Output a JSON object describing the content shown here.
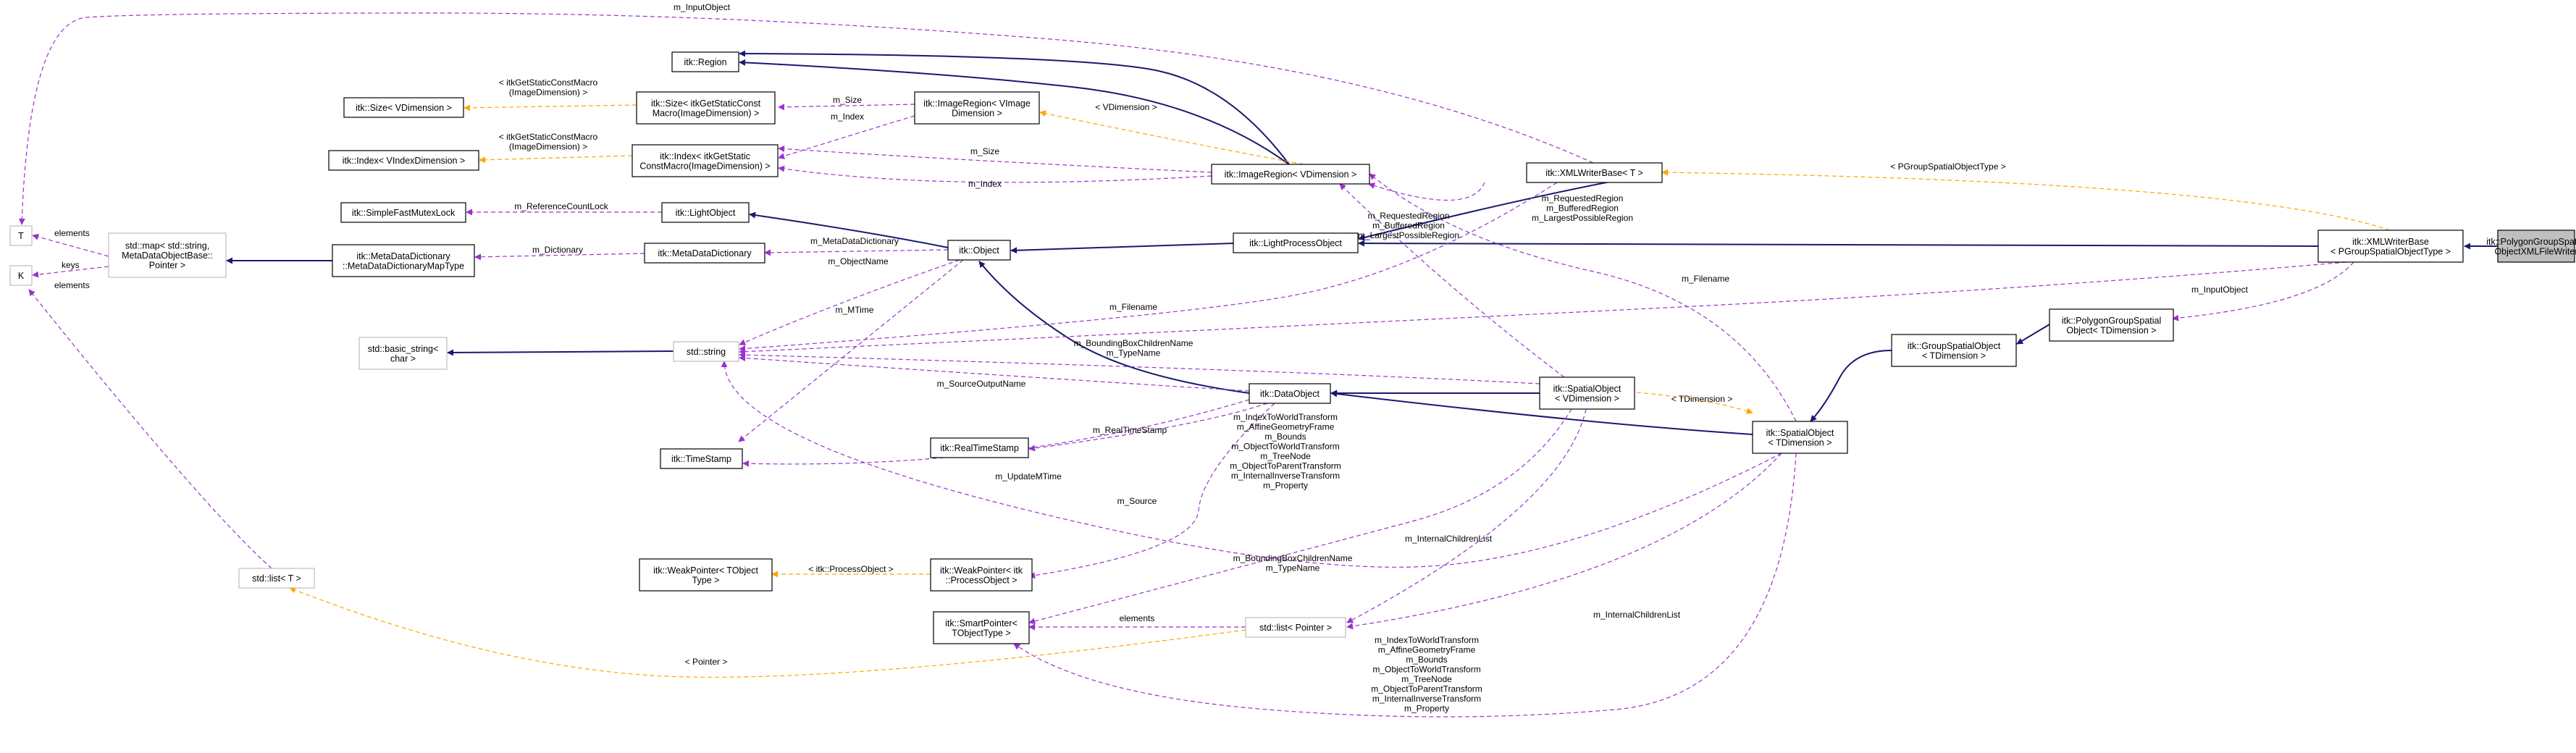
{
  "nodes": {
    "T": [
      "T"
    ],
    "K": [
      "K"
    ],
    "std_map": [
      "std::map< std::string,",
      "MetaDataObjectBase::",
      "Pointer >"
    ],
    "std_list_T": [
      "std::list< T >"
    ],
    "itk_Size_VDim": [
      "itk::Size< VDimension >"
    ],
    "itk_Index_VIndex": [
      "itk::Index< VIndexDimension >"
    ],
    "itk_SimpleFastMutexLock": [
      "itk::SimpleFastMutexLock"
    ],
    "itk_MetaDataDictionaryMapType": [
      "itk::MetaDataDictionary",
      "::MetaDataDictionaryMapType"
    ],
    "std_basic_string": [
      "std::basic_string<",
      "char >"
    ],
    "itk_Region": [
      "itk::Region"
    ],
    "itk_Size_Static": [
      "itk::Size< itkGetStaticConst",
      "Macro(ImageDimension) >"
    ],
    "itk_Index_Static": [
      "itk::Index< itkGetStatic",
      "ConstMacro(ImageDimension) >"
    ],
    "itk_LightObject": [
      "itk::LightObject"
    ],
    "itk_MetaDataDictionary": [
      "itk::MetaDataDictionary"
    ],
    "std_string": [
      "std::string"
    ],
    "itk_TimeStamp": [
      "itk::TimeStamp"
    ],
    "itk_WeakPointer_TObject": [
      "itk::WeakPointer< TObject",
      "Type >"
    ],
    "itk_ImageRegion_VImage": [
      "itk::ImageRegion< VImage",
      "Dimension >"
    ],
    "itk_Object": [
      "itk::Object"
    ],
    "itk_RealTimeStamp": [
      "itk::RealTimeStamp"
    ],
    "itk_WeakPointer_Process": [
      "itk::WeakPointer< itk",
      "::ProcessObject >"
    ],
    "itk_SmartPointer": [
      "itk::SmartPointer<",
      "TObjectType >"
    ],
    "itk_ImageRegion_VDim": [
      "itk::ImageRegion< VDimension >"
    ],
    "itk_LightProcessObject": [
      "itk::LightProcessObject"
    ],
    "itk_DataObject": [
      "itk::DataObject"
    ],
    "std_list_Pointer": [
      "std::list< Pointer >"
    ],
    "itk_XMLWriterBase_T": [
      "itk::XMLWriterBase< T >"
    ],
    "itk_SpatialObject_VDim": [
      "itk::SpatialObject",
      "< VDimension >"
    ],
    "itk_SpatialObject_TDim": [
      "itk::SpatialObject",
      "< TDimension >"
    ],
    "itk_GroupSpatialObject": [
      "itk::GroupSpatialObject",
      "< TDimension >"
    ],
    "itk_PolygonGroupSpatialObject": [
      "itk::PolygonGroupSpatial",
      "Object< TDimension >"
    ],
    "itk_XMLWriterBase_PGroup": [
      "itk::XMLWriterBase",
      "< PGroupSpatialObjectType >"
    ],
    "itk_PolygonGroupSpatialObjectXMLFileWriter": [
      "itk::PolygonGroupSpatial",
      "ObjectXMLFileWriter"
    ]
  },
  "labels": {
    "m_InputObject_top": [
      "m_InputObject"
    ],
    "elements_map": [
      "elements"
    ],
    "keys_map": [
      "keys"
    ],
    "elements_list": [
      "elements"
    ],
    "size_macro": [
      "< itkGetStaticConstMacro",
      "(ImageDimension) >"
    ],
    "index_macro": [
      "< itkGetStaticConstMacro",
      "(ImageDimension) >"
    ],
    "m_Size_1": [
      "m_Size"
    ],
    "m_Index_1": [
      "m_Index"
    ],
    "vdimension": [
      "< VDimension >"
    ],
    "m_Size_2": [
      "m_Size"
    ],
    "m_Index_2": [
      "m_Index"
    ],
    "m_ReferenceCountLock": [
      "m_ReferenceCountLock"
    ],
    "m_Dictionary": [
      "m_Dictionary"
    ],
    "m_MetaDataDictionary": [
      "m_MetaDataDictionary"
    ],
    "m_ObjectName": [
      "m_ObjectName"
    ],
    "regions": [
      "m_RequestedRegion",
      "m_BufferedRegion",
      "m_LargestPossibleRegion"
    ],
    "regions_2": [
      "m_RequestedRegion",
      "m_BufferedRegion",
      "m_LargestPossibleRegion"
    ],
    "pgroup_type": [
      "< PGroupSpatialObjectType >"
    ],
    "m_MTime": [
      "m_MTime"
    ],
    "m_Filename_1": [
      "m_Filename"
    ],
    "m_Filename_2": [
      "m_Filename"
    ],
    "m_InputObject_2": [
      "m_InputObject"
    ],
    "bbox_name": [
      "m_BoundingBoxChildrenName",
      "m_TypeName"
    ],
    "m_SourceOutputName": [
      "m_SourceOutputName"
    ],
    "tdimension": [
      "< TDimension >"
    ],
    "m_RealTimeStamp": [
      "m_RealTimeStamp"
    ],
    "m_UpdateMTime": [
      "m_UpdateMTime"
    ],
    "transforms_1": [
      "m_IndexToWorldTransform",
      "m_AffineGeometryFrame",
      "m_Bounds",
      "m_ObjectToWorldTransform",
      "m_TreeNode",
      "m_ObjectToParentTransform",
      "m_InternalInverseTransform",
      "m_Property"
    ],
    "m_Source": [
      "m_Source"
    ],
    "process_object": [
      "< itk::ProcessObject >"
    ],
    "m_InternalChildrenList_1": [
      "m_InternalChildrenList"
    ],
    "bbox_name_2": [
      "m_BoundingBoxChildrenName",
      "m_TypeName"
    ],
    "elements_sp": [
      "elements"
    ],
    "m_InternalChildrenList_2": [
      "m_InternalChildrenList"
    ],
    "pointer": [
      "< Pointer >"
    ],
    "transforms_2": [
      "m_IndexToWorldTransform",
      "m_AffineGeometryFrame",
      "m_Bounds",
      "m_ObjectToWorldTransform",
      "m_TreeNode",
      "m_ObjectToParentTransform",
      "m_InternalInverseTransform",
      "m_Property"
    ]
  },
  "legend": {
    "inheritance_color": "#191970",
    "member_color": "#9a32cd",
    "template_color": "#ffa500",
    "highlight_fill": "#bfbfbf",
    "external_border": "#bfbfbf"
  }
}
